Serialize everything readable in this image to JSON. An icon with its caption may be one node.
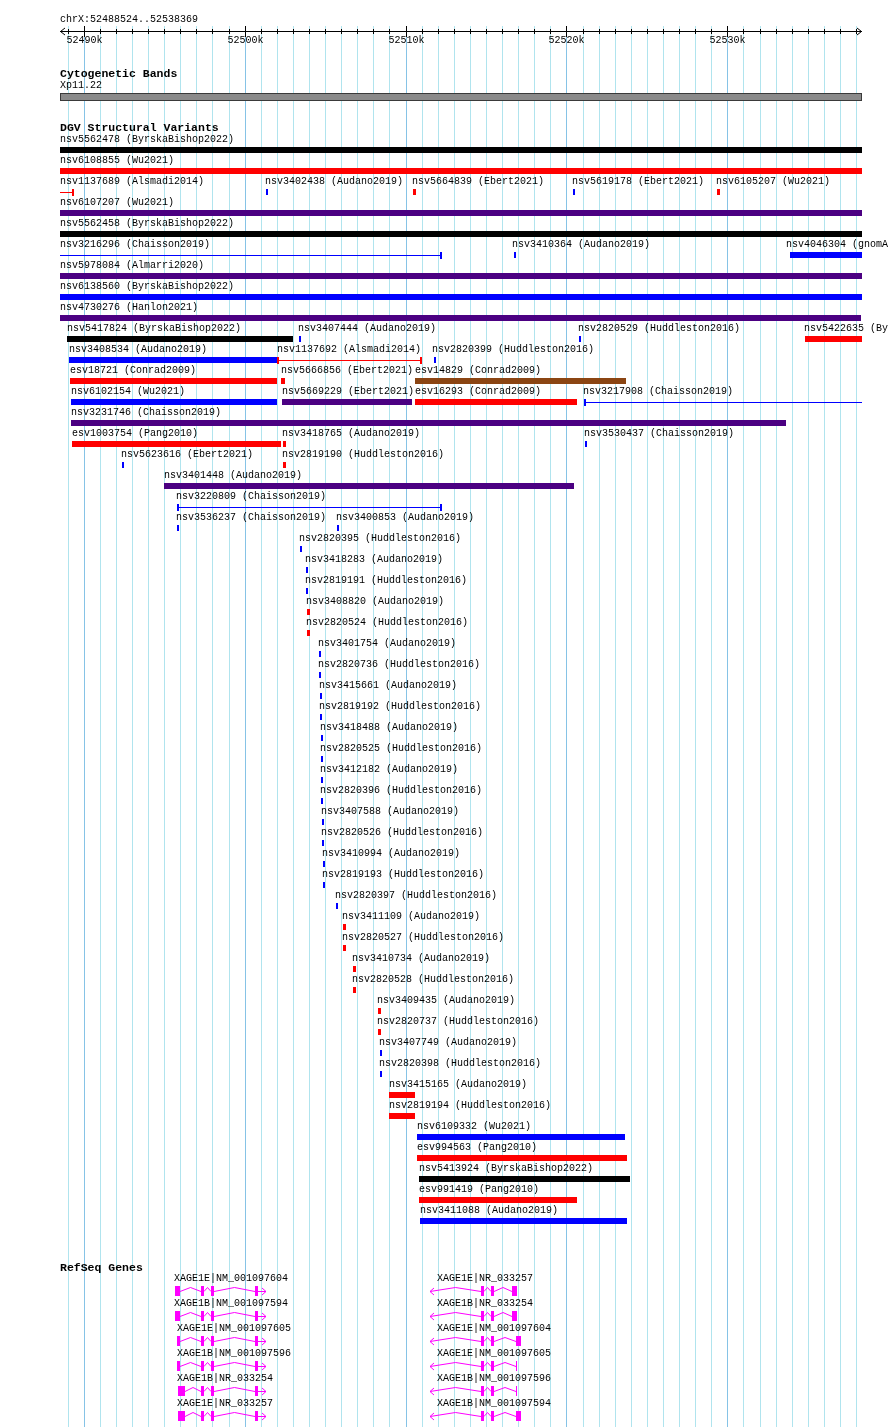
{
  "diagram": {
    "nodes": [
      {
        "text": [
          "Xp11.22"
        ]
      },
      {
        "text": [
          "nsv5562478 (ByrskaBishop2022)"
        ]
      },
      {
        "text": [
          "nsv6108855 (Wu2021)"
        ]
      },
      {
        "text": [
          "nsv1137689 (Alsmadi2014)"
        ]
      },
      {
        "text": [
          "nsv3402438 (Audano2019)"
        ]
      },
      {
        "text": [
          "nsv5664839 (Ebert2021)"
        ]
      },
      {
        "text": [
          "nsv5619178 (Ebert2021)"
        ]
      },
      {
        "text": [
          "nsv6105207 (Wu2021)"
        ]
      },
      {
        "text": [
          "nsv6107207 (Wu2021)"
        ]
      },
      {
        "text": [
          "nsv5562458 (ByrskaBishop2022)"
        ]
      },
      {
        "text": [
          "nsv3216296 (Chaisson2019)"
        ]
      },
      {
        "text": [
          "nsv3410364 (Audano2019)"
        ]
      },
      {
        "text": [
          "nsv4046304 (gnomA"
        ]
      },
      {
        "text": [
          "nsv5978084 (Almarri2020)"
        ]
      },
      {
        "text": [
          "nsv6138560 (ByrskaBishop2022)"
        ]
      },
      {
        "text": [
          "nsv4730276 (Hanlon2021)"
        ]
      },
      {
        "text": [
          "nsv5417824 (ByrskaBishop2022)"
        ]
      },
      {
        "text": [
          "nsv3407444 (Audano2019)"
        ]
      },
      {
        "text": [
          "nsv2820529 (Huddleston2016)"
        ]
      },
      {
        "text": [
          "nsv5422635 (By"
        ]
      },
      {
        "text": [
          "nsv3408534 (Audano2019)"
        ]
      },
      {
        "text": [
          "nsv1137692 (Alsmadi2014)"
        ]
      },
      {
        "text": [
          "nsv2820399 (Huddleston2016)"
        ]
      },
      {
        "text": [
          "esv18721 (Conrad2009)"
        ]
      },
      {
        "text": [
          "nsv5666856 (Ebert2021)"
        ]
      },
      {
        "text": [
          "esv14829 (Conrad2009)"
        ]
      },
      {
        "text": [
          "nsv6102154 (Wu2021)"
        ]
      },
      {
        "text": [
          "nsv5669229 (Ebert2021)"
        ]
      },
      {
        "text": [
          "esv16293 (Conrad2009)"
        ]
      },
      {
        "text": [
          "nsv3217908 (Chaisson2019)"
        ]
      },
      {
        "text": [
          "nsv3231746 (Chaisson2019)"
        ]
      },
      {
        "text": [
          "esv1003754 (Pang2010)"
        ]
      },
      {
        "text": [
          "nsv3418765 (Audano2019)"
        ]
      },
      {
        "text": [
          "nsv3530437 (Chaisson2019)"
        ]
      },
      {
        "text": [
          "nsv5623616 (Ebert2021)"
        ]
      },
      {
        "text": [
          "nsv2819190 (Huddleston2016)"
        ]
      },
      {
        "text": [
          "nsv3401448 (Audano2019)"
        ]
      },
      {
        "text": [
          "nsv3220809 (Chaisson2019)"
        ]
      },
      {
        "text": [
          "nsv3536237 (Chaisson2019)"
        ]
      },
      {
        "text": [
          "nsv3400853 (Audano2019)"
        ]
      },
      {
        "text": [
          "nsv2820395 (Huddleston2016)"
        ]
      },
      {
        "text": [
          "nsv3418283 (Audano2019)"
        ]
      },
      {
        "text": [
          "nsv2819191 (Huddleston2016)"
        ]
      },
      {
        "text": [
          "nsv3408820 (Audano2019)"
        ]
      },
      {
        "text": [
          "nsv2820524 (Huddleston2016)"
        ]
      },
      {
        "text": [
          "nsv3401754 (Audano2019)"
        ]
      },
      {
        "text": [
          "nsv2820736 (Huddleston2016)"
        ]
      },
      {
        "text": [
          "nsv3415661 (Audano2019)"
        ]
      },
      {
        "text": [
          "nsv2819192 (Huddleston2016)"
        ]
      },
      {
        "text": [
          "nsv3418488 (Audano2019)"
        ]
      },
      {
        "text": [
          "nsv2820525 (Huddleston2016)"
        ]
      },
      {
        "text": [
          "nsv3412182 (Audano2019)"
        ]
      },
      {
        "text": [
          "nsv2820396 (Huddleston2016)"
        ]
      },
      {
        "text": [
          "nsv3407588 (Audano2019)"
        ]
      },
      {
        "text": [
          "nsv2820526 (Huddleston2016)"
        ]
      },
      {
        "text": [
          "nsv3410994 (Audano2019)"
        ]
      },
      {
        "text": [
          "nsv2819193 (Huddleston2016)"
        ]
      },
      {
        "text": [
          "nsv2820397 (Huddleston2016)"
        ]
      },
      {
        "text": [
          "nsv3411109 (Audano2019)"
        ]
      },
      {
        "text": [
          "nsv2820527 (Huddleston2016)"
        ]
      },
      {
        "text": [
          "nsv3410734 (Audano2019)"
        ]
      },
      {
        "text": [
          "nsv2820528 (Huddleston2016)"
        ]
      },
      {
        "text": [
          "nsv3409435 (Audano2019)"
        ]
      },
      {
        "text": [
          "nsv2820737 (Huddleston2016)"
        ]
      },
      {
        "text": [
          "nsv3407749 (Audano2019)"
        ]
      },
      {
        "text": [
          "nsv2820398 (Huddleston2016)"
        ]
      },
      {
        "text": [
          "nsv3415165 (Audano2019)"
        ]
      },
      {
        "text": [
          "nsv2819194 (Huddleston2016)"
        ]
      },
      {
        "text": [
          "nsv6109332 (Wu2021)"
        ]
      },
      {
        "text": [
          "esv994563 (Pang2010)"
        ]
      },
      {
        "text": [
          "nsv5413924 (ByrskaBishop2022)"
        ]
      },
      {
        "text": [
          "esv991419 (Pang2010)"
        ]
      },
      {
        "text": [
          "nsv3411088 (Audano2019)"
        ]
      },
      {
        "text": [
          "XAGE1E|NM_001097604"
        ]
      },
      {
        "text": [
          "XAGE1E|NR_033257"
        ]
      },
      {
        "text": [
          "XAGE1B|NM_001097594"
        ]
      },
      {
        "text": [
          "XAGE1B|NR_033254"
        ]
      },
      {
        "text": [
          "XAGE1E|NM_001097605"
        ]
      },
      {
        "text": [
          "XAGE1E|NM_001097604"
        ]
      },
      {
        "text": [
          "XAGE1B|NM_001097596"
        ]
      },
      {
        "text": [
          "XAGE1E|NM_001097605"
        ]
      },
      {
        "text": [
          "XAGE1B|NR_033254"
        ]
      },
      {
        "text": [
          "XAGE1B|NM_001097596"
        ]
      },
      {
        "text": [
          "XAGE1E|NR_033257"
        ]
      },
      {
        "text": [
          "XAGE1B|NM_001097594"
        ]
      }
    ],
    "labels": [
      "chrX:52488524..52538369",
      "52490k",
      "52500k",
      "52510k",
      "52520k",
      "52530k",
      "Cytogenetic Bands",
      "DGV Structural Variants",
      "RefSeq Genes"
    ]
  }
}
